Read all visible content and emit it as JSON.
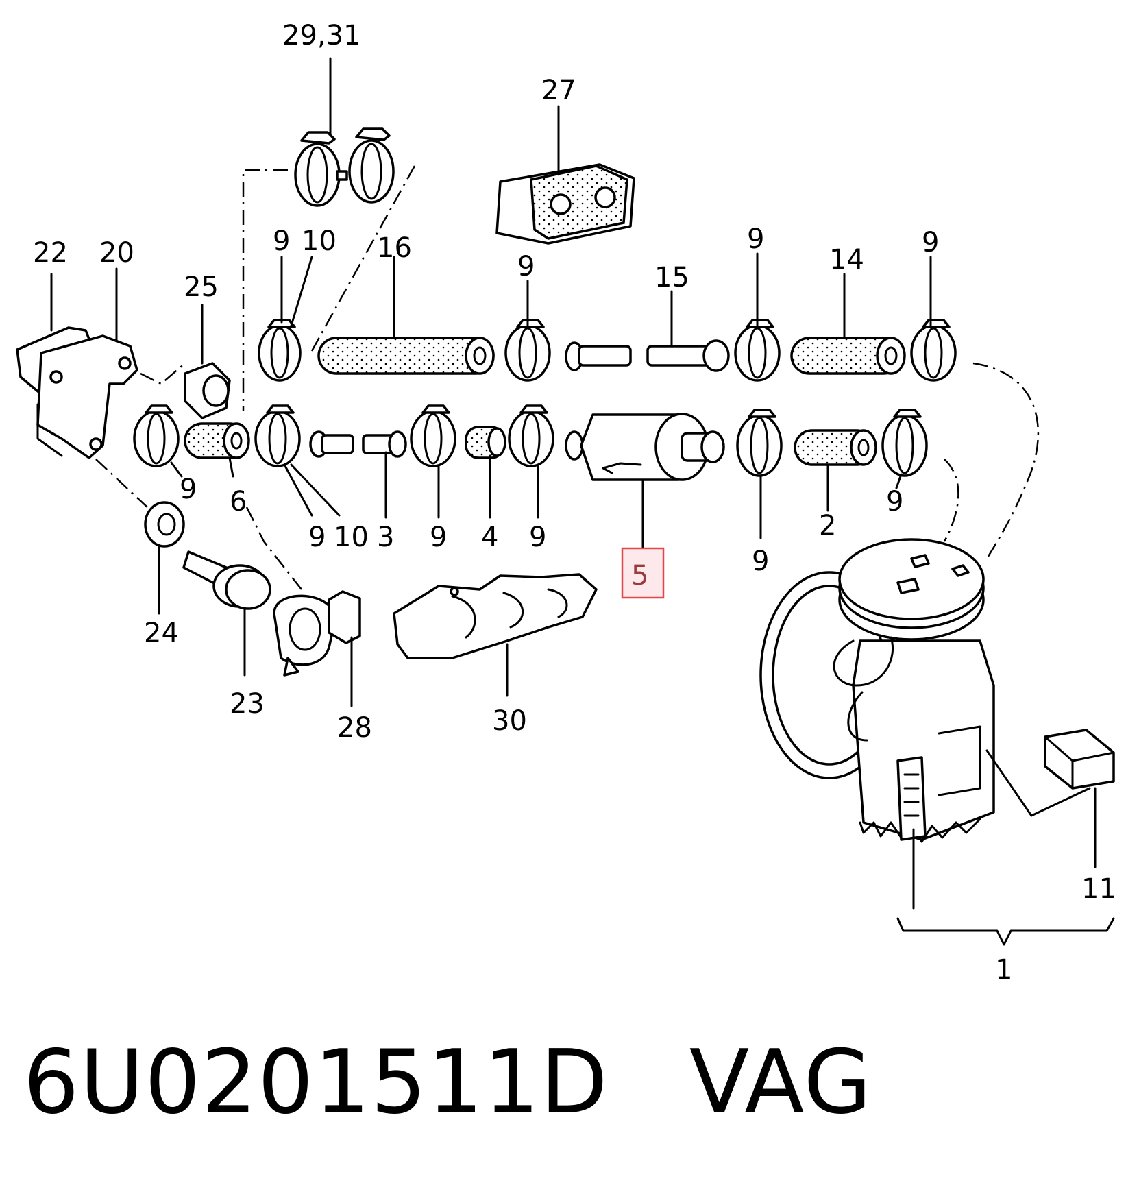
{
  "callouts": {
    "c29_31": "29,31",
    "c27": "27",
    "c22": "22",
    "c20": "20",
    "c9a": "9",
    "c10a": "10",
    "c16": "16",
    "c25": "25",
    "c9b": "9",
    "c15": "15",
    "c9c": "9",
    "c14": "14",
    "c9d": "9",
    "c9e": "9",
    "c6": "6",
    "c9f": "9",
    "c10b": "10",
    "c3": "3",
    "c9g": "9",
    "c4": "4",
    "c9h": "9",
    "c5": "5",
    "c9i": "9",
    "c2": "2",
    "c9j": "9",
    "c24": "24",
    "c23": "23",
    "c28": "28",
    "c30": "30",
    "c11": "11",
    "c1": "1"
  },
  "highlight": {
    "part": "5",
    "color": "#e0484b"
  },
  "footer": {
    "part_number": "6U0201511D",
    "brand": "VAG"
  }
}
